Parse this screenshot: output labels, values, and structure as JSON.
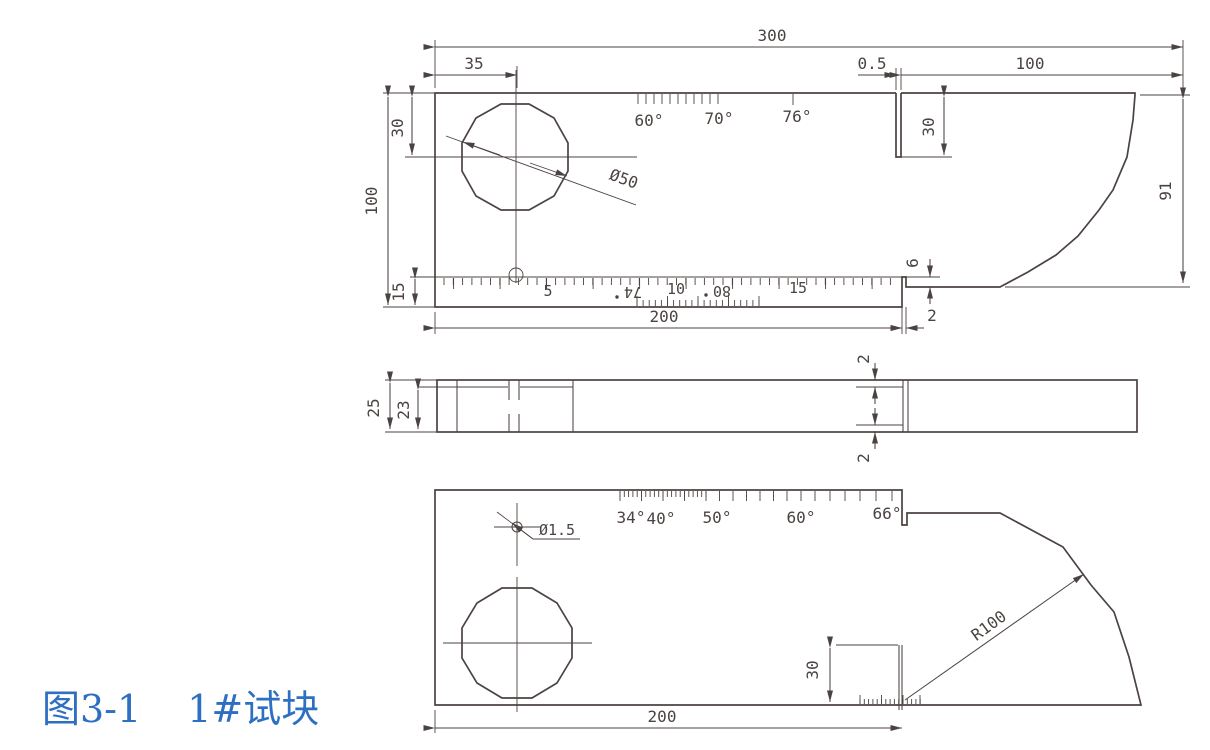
{
  "colors": {
    "line": "#4b4341",
    "caption": "#2d6fc0",
    "background": "#ffffff"
  },
  "caption": {
    "figure_number": "图3-1",
    "title": "1#试块"
  },
  "top_view": {
    "dim_overall_width": "300",
    "dim_hole_x": "35",
    "dim_slot_width": "0.5",
    "dim_right_section": "100",
    "dim_hole_y": "30",
    "dim_overall_height": "100",
    "dim_scale_line": "15",
    "dim_slot_depth": "30",
    "dim_arc_height": "91",
    "dim_step": "6",
    "dim_bottom_length": "200",
    "dim_notch_width": "2",
    "hole_label": "Ø50",
    "angle_labels": [
      "60°",
      "70°",
      "76°"
    ],
    "ruler_numbers": [
      "5",
      "10",
      "15"
    ],
    "mirrored_numbers": [
      "74",
      "80"
    ]
  },
  "middle_view": {
    "dim_thickness": "25",
    "dim_inner": "23",
    "dim_notch_top": "2",
    "dim_notch_bottom": "2"
  },
  "bottom_view": {
    "hole_label": "Ø1.5",
    "angle_labels": [
      "34°",
      "40°",
      "50°",
      "60°",
      "66°"
    ],
    "dim_step_height": "30",
    "radius_label": "R100",
    "dim_bottom_length": "200"
  }
}
